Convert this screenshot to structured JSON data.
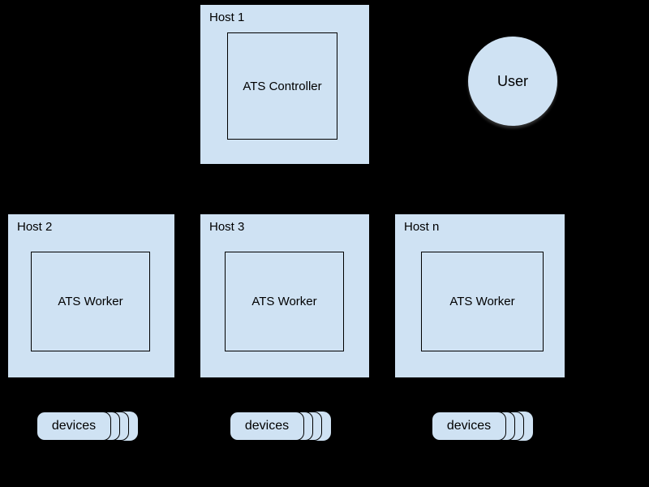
{
  "colors": {
    "background": "#000000",
    "shape_fill": "#cfe2f3",
    "border": "#000000",
    "text": "#000000"
  },
  "controller_host": {
    "label": "Host 1",
    "box_label": "ATS Controller"
  },
  "user": {
    "label": "User"
  },
  "worker_hosts": [
    {
      "label": "Host 2",
      "box_label": "ATS Worker"
    },
    {
      "label": "Host 3",
      "box_label": "ATS Worker"
    },
    {
      "label": "Host n",
      "box_label": "ATS Worker"
    }
  ],
  "device_stacks": [
    {
      "label": "devices"
    },
    {
      "label": "devices"
    },
    {
      "label": "devices"
    }
  ]
}
